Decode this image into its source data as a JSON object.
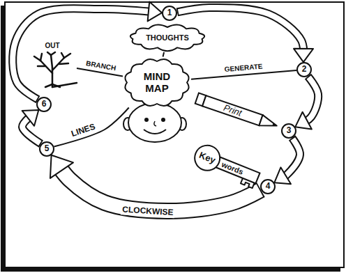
{
  "diagram": {
    "nodes": [
      {
        "text": [
          "1"
        ]
      },
      {
        "text": [
          "THOUGHTS"
        ]
      },
      {
        "text": [
          "2"
        ]
      },
      {
        "text": [
          "MIND MAP"
        ]
      },
      {
        "text": [
          "Print"
        ]
      },
      {
        "text": [
          "3"
        ]
      },
      {
        "text": [
          "Key",
          "words"
        ]
      },
      {
        "text": [
          "4"
        ]
      },
      {
        "text": [
          "5"
        ]
      },
      {
        "text": [
          "OUT"
        ]
      },
      {
        "text": [
          "6"
        ]
      }
    ],
    "edges": [
      {
        "from": 0,
        "to": 2,
        "arrow": "to"
      },
      {
        "from": 2,
        "to": 5,
        "arrow": "to"
      },
      {
        "from": 5,
        "to": 7,
        "arrow": "to"
      },
      {
        "from": 7,
        "to": 8,
        "arrow": "to",
        "label": "CLOCKWISE"
      },
      {
        "from": 8,
        "to": 10,
        "arrow": "to"
      },
      {
        "from": 10,
        "to": 0,
        "arrow": "to"
      },
      {
        "from": 3,
        "to": 1,
        "arrow": "none"
      },
      {
        "from": 3,
        "to": 2,
        "arrow": "none",
        "label": "GENERATE"
      },
      {
        "from": 3,
        "to": 8,
        "arrow": "none",
        "label": "LINES"
      },
      {
        "from": 3,
        "to": 9,
        "arrow": "none",
        "label": "BRANCH"
      }
    ]
  }
}
